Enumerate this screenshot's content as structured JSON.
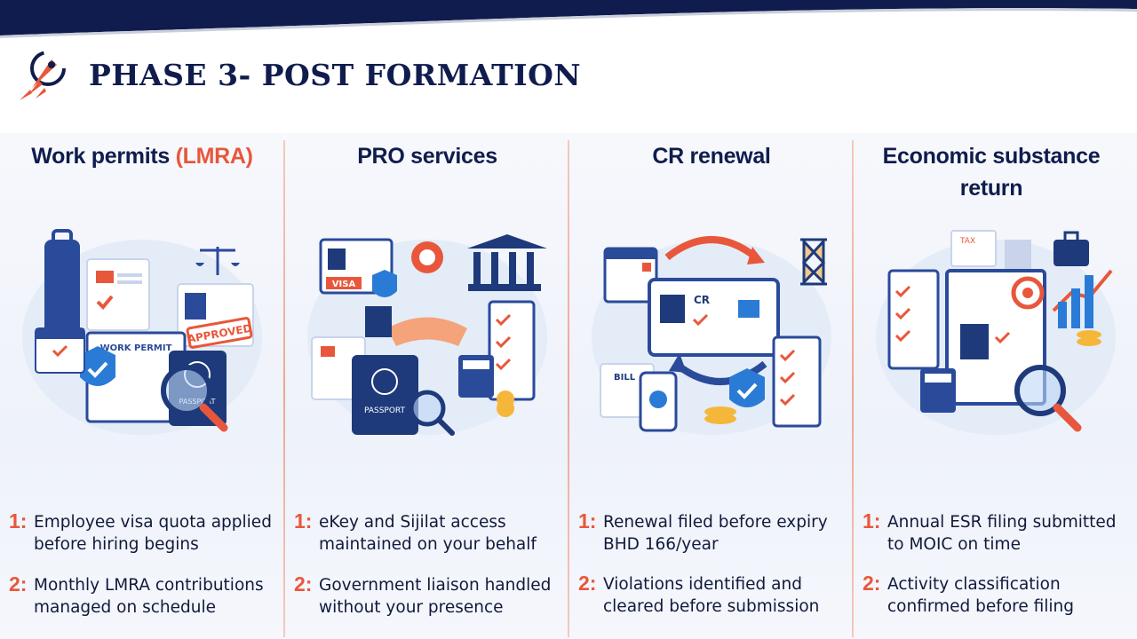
{
  "page_title": "PHASE 3- POST FORMATION",
  "columns": [
    {
      "heading_main": "Work permits ",
      "heading_accent": "(LMRA)",
      "illustration": "work-permit-illustration",
      "illustration_labels": {
        "doc": "WORK PERMIT",
        "stamp": "APPROVED",
        "passport": "PASSPORT"
      },
      "items": [
        {
          "num": "1:",
          "text": "Employee visa quota applied before hiring begins"
        },
        {
          "num": "2:",
          "text": "Monthly LMRA contributions managed on schedule"
        }
      ]
    },
    {
      "heading_main": "PRO services",
      "heading_accent": "",
      "illustration": "pro-services-illustration",
      "illustration_labels": {
        "visa": "VISA",
        "passport": "PASSPORT"
      },
      "items": [
        {
          "num": "1:",
          "text": "eKey and Sijilat access maintained on your behalf"
        },
        {
          "num": "2:",
          "text": "Government liaison handled without your presence"
        }
      ]
    },
    {
      "heading_main": "CR renewal",
      "heading_accent": "",
      "illustration": "cr-renewal-illustration",
      "illustration_labels": {
        "cr": "CR",
        "bill": "BILL"
      },
      "items": [
        {
          "num": "1:",
          "text": "Renewal filed before expiry BHD 166/year"
        },
        {
          "num": "2:",
          "text": "Violations identified and cleared before submission"
        }
      ]
    },
    {
      "heading_main": "Economic substance return",
      "heading_accent": "",
      "illustration": "esr-illustration",
      "illustration_labels": {
        "tax": "TAX"
      },
      "items": [
        {
          "num": "1:",
          "text": "Annual ESR filing submitted to MOIC on time"
        },
        {
          "num": "2:",
          "text": "Activity classification confirmed before filing"
        }
      ]
    }
  ]
}
